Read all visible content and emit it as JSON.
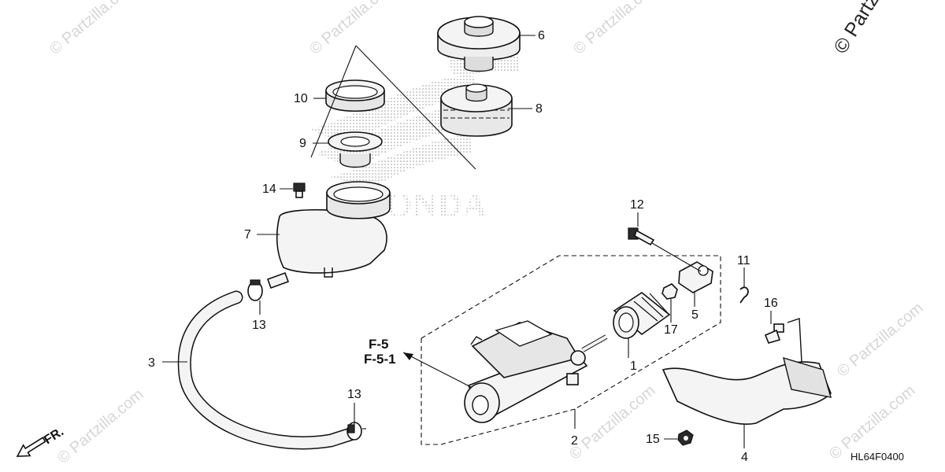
{
  "callouts": {
    "c1": "1",
    "c2": "2",
    "c3": "3",
    "c4": "4",
    "c5": "5",
    "c6": "6",
    "c7": "7",
    "c8": "8",
    "c9": "9",
    "c10": "10",
    "c11": "11",
    "c12": "12",
    "c13a": "13",
    "c13b": "13",
    "c14": "14",
    "c15": "15",
    "c16": "16",
    "c17": "17"
  },
  "references": {
    "ref1": "F-5",
    "ref2": "F-5-1"
  },
  "direction_label": "FR.",
  "diagram_code": "HL64F0400",
  "watermark": {
    "top_right": "© Partzilla.com",
    "repeat": "© Partzilla.com"
  },
  "background_logo": "HONDA",
  "colors": {
    "line": "#111111",
    "dots": "#9a9a9a",
    "watermark": "#d6d6d6"
  }
}
